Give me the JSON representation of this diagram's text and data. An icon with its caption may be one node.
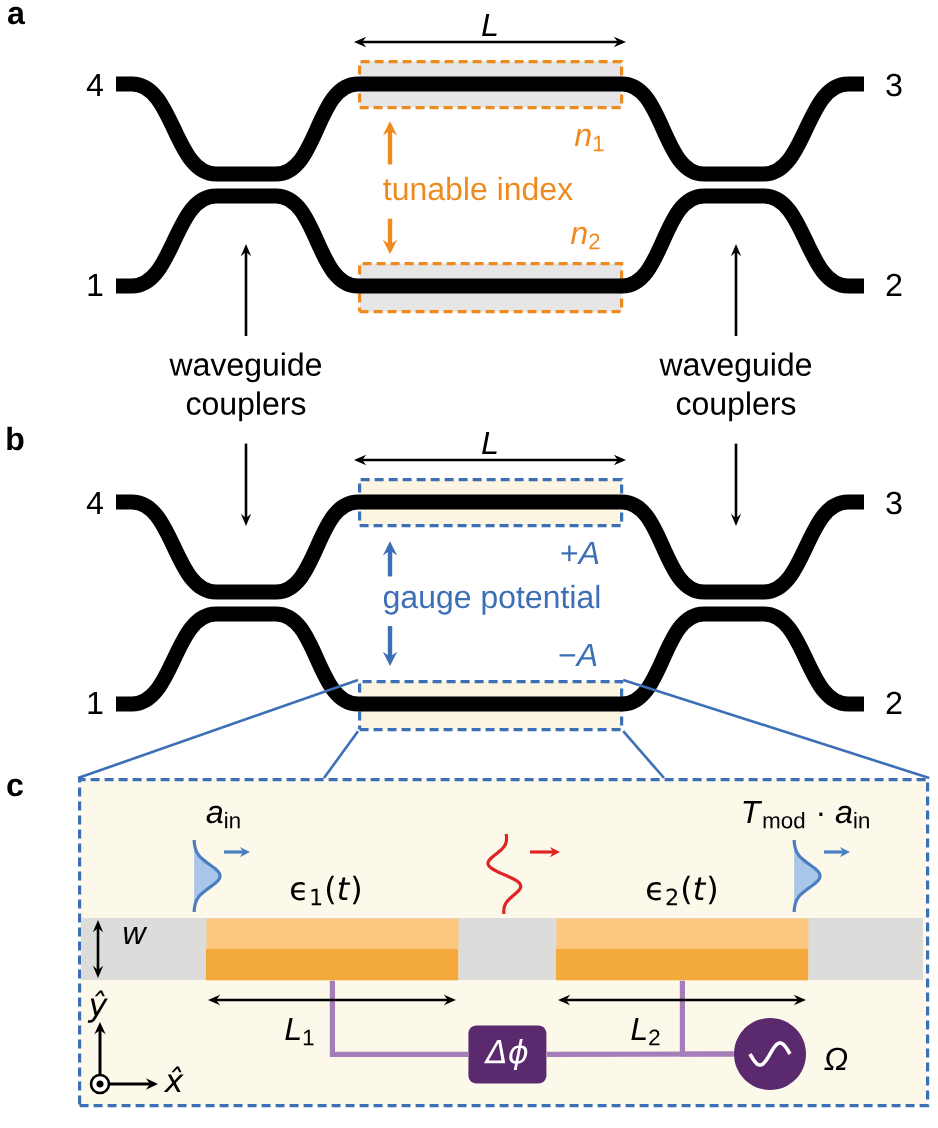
{
  "diagram": {
    "nodes": [
      {
        "text": [],
        "shape": "box",
        "beside": [
          "*n*$_{1}$"
        ]
      },
      {
        "text": [
          "tunable index"
        ]
      },
      {
        "text": [],
        "shape": "box",
        "beside": [
          "*n*$_{2}$"
        ]
      },
      {
        "text": [
          "waveguide couplers"
        ]
      },
      {
        "text": [
          "waveguide couplers"
        ]
      },
      {
        "text": [],
        "shape": "box",
        "beside": [
          "+*A*"
        ]
      },
      {
        "text": [
          "gauge potential"
        ]
      },
      {
        "text": [],
        "shape": "box",
        "beside": [
          "−*A*"
        ]
      },
      {
        "text": [],
        "shape": "box"
      },
      {
        "text": [],
        "shape": "bar",
        "in": 8,
        "beside": [
          "ϵ$_{1}$(*t*)"
        ]
      },
      {
        "text": [],
        "shape": "bar",
        "in": 8,
        "beside": [
          "ϵ$_{2}$(*t*)"
        ]
      },
      {
        "text": [
          "Δϕ"
        ],
        "in": 8
      },
      {
        "text": [],
        "shape": "circle",
        "in": 8,
        "beside": [
          "Ω"
        ]
      }
    ],
    "edges": [
      {
        "from": 1,
        "to": 0,
        "arrow": "to",
        "color": "#ef8a1f"
      },
      {
        "from": 1,
        "to": 2,
        "arrow": "to",
        "color": "#ef8a1f"
      },
      {
        "from": 3,
        "to": null,
        "arrow": "to",
        "color": "#000000"
      },
      {
        "from": 4,
        "to": null,
        "arrow": "to",
        "color": "#000000"
      },
      {
        "from": 3,
        "to": null,
        "arrow": "to",
        "color": "#000000"
      },
      {
        "from": 4,
        "to": null,
        "arrow": "to",
        "color": "#000000"
      },
      {
        "from": 6,
        "to": 5,
        "arrow": "to",
        "color": "#3d6fb6"
      },
      {
        "from": 6,
        "to": 7,
        "arrow": "to",
        "color": "#3d6fb6"
      },
      {
        "from": 7,
        "to": 8,
        "arrow": "none",
        "color": "#3d6fb6"
      },
      {
        "from": 7,
        "to": 8,
        "arrow": "none",
        "color": "#3d6fb6"
      },
      {
        "from": 7,
        "to": 8,
        "arrow": "none",
        "color": "#3d6fb6"
      },
      {
        "from": 7,
        "to": 8,
        "arrow": "none",
        "color": "#3d6fb6"
      },
      {
        "from": 12,
        "to": 11,
        "arrow": "none",
        "color": "#a57db8"
      },
      {
        "from": 12,
        "to": 10,
        "arrow": "none",
        "color": "#a57db8"
      },
      {
        "from": 11,
        "to": 9,
        "arrow": "none",
        "color": "#a57db8"
      }
    ],
    "labels": [
      "a",
      "L",
      "4",
      "3",
      "1",
      "2",
      "b",
      "L",
      "4",
      "3",
      "1",
      "2",
      "c",
      "*a*$_{in}$",
      "*T*$_{mod}$ · *a*$_{in}$",
      "w",
      "ŷ",
      "*L*$_{1}$",
      "*L*$_{2}$",
      "x̂"
    ]
  }
}
